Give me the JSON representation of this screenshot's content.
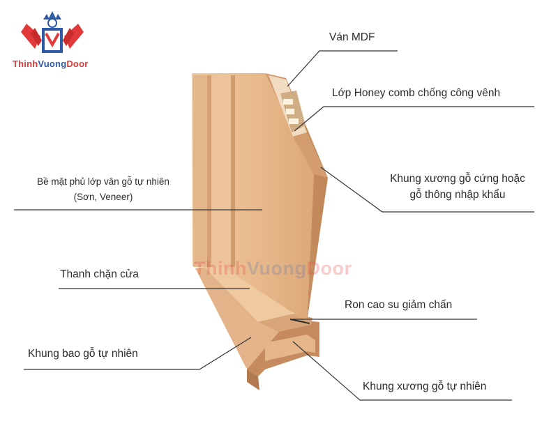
{
  "brand": {
    "logo_part1": "Thinh",
    "logo_part2": "Vuong",
    "logo_part3": "Door"
  },
  "labels": {
    "van_mdf": "Ván MDF",
    "honeycomb": "Lớp Honey comb chống công  vênh",
    "khung_xuong_line1": "Khung xương gỗ cứng hoặc",
    "khung_xuong_line2": "gỗ thông nhập khẩu",
    "be_mat_line1": "Bề mặt phủ lớp vân gỗ tự nhiên",
    "be_mat_line2": "(Sơn, Veneer)",
    "thanh_chan": "Thanh chặn cửa",
    "ron_cao_su": "Ron cao su giảm chấn",
    "khung_bao": "Khung bao gỗ tự nhiên",
    "khung_xuong_tu_nhien": "Khung xương gỗ tự nhiên"
  },
  "colors": {
    "wood_light": "#e9bf94",
    "wood_mid": "#d9a67a",
    "wood_dark": "#b9825a",
    "line": "#333333",
    "brand_red": "#e23a3a",
    "brand_blue": "#2f5aa6"
  }
}
